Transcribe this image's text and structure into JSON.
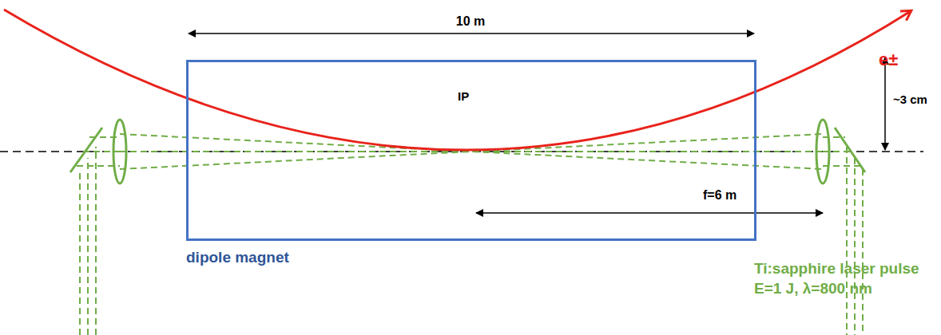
{
  "diagram": {
    "nodes": [
      {
        "text": [
          "dipole magnet"
        ]
      }
    ],
    "labels": [
      "10 m",
      "e±",
      "IP",
      "~3 cm",
      "f=6 m",
      "Ti:sapphire laser pulse",
      "E=1 J, λ=800 nm"
    ]
  }
}
